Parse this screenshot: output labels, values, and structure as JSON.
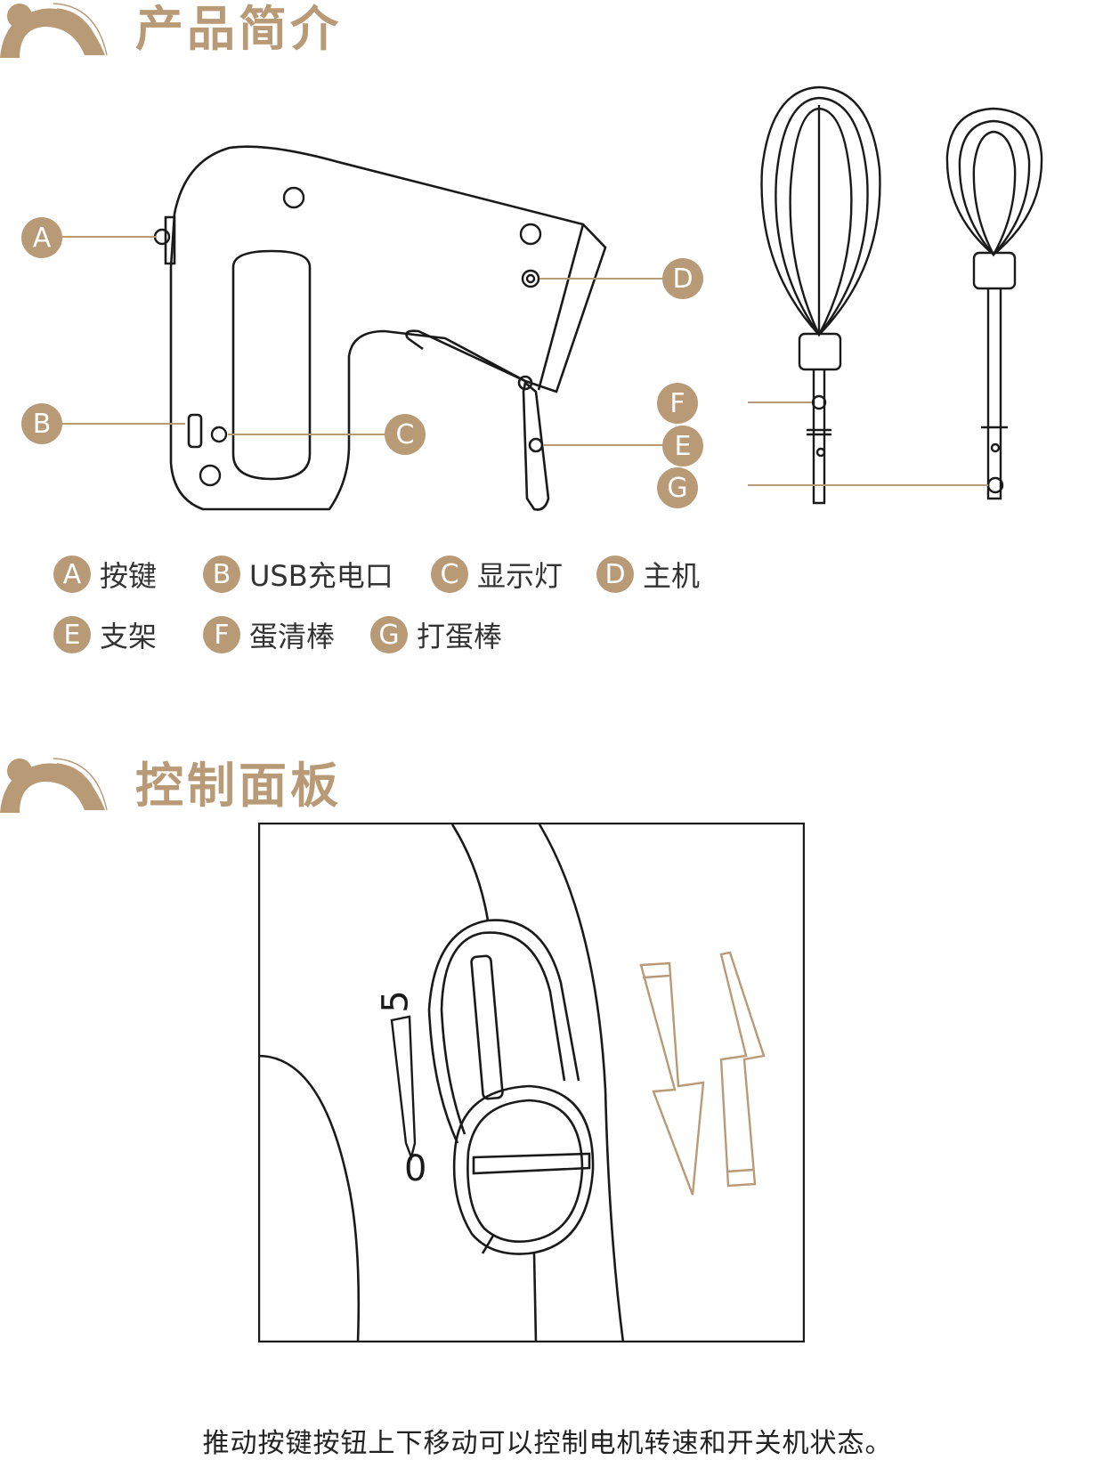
{
  "sections": {
    "intro_title": "产品简介",
    "panel_title": "控制面板"
  },
  "callouts": {
    "a": "A",
    "b": "B",
    "c": "C",
    "d": "D",
    "e": "E",
    "f": "F",
    "g": "G"
  },
  "legend": [
    {
      "letter": "A",
      "label": "按键"
    },
    {
      "letter": "B",
      "label": "USB充电口"
    },
    {
      "letter": "C",
      "label": "显示灯"
    },
    {
      "letter": "D",
      "label": "主机"
    },
    {
      "letter": "E",
      "label": "支架"
    },
    {
      "letter": "F",
      "label": "蛋清棒"
    },
    {
      "letter": "G",
      "label": "打蛋棒"
    }
  ],
  "panel": {
    "scale_max": "5",
    "scale_min": "0"
  },
  "caption": "推动按键按钮上下移动可以控制电机转速和开关机状态。",
  "colors": {
    "accent": "#b89a77",
    "line": "#1a1a1a"
  }
}
